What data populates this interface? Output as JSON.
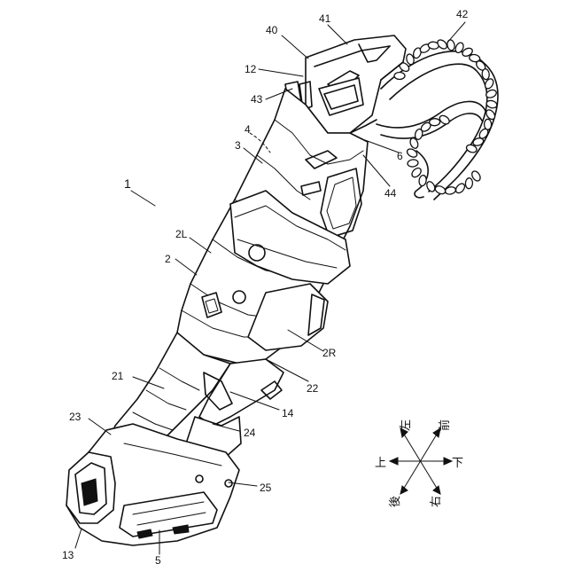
{
  "figure": {
    "labels": {
      "l1": "1",
      "l2": "2",
      "l2L": "2L",
      "l2R": "2R",
      "l3": "3",
      "l4": "4",
      "l5": "5",
      "l6": "6",
      "l12": "12",
      "l13": "13",
      "l14": "14",
      "l21": "21",
      "l22": "22",
      "l23": "23",
      "l24": "24",
      "l25": "25",
      "l40": "40",
      "l41": "41",
      "l42": "42",
      "l43": "43",
      "l44": "44"
    },
    "compass": {
      "up": "上",
      "left": "左",
      "front": "前",
      "down": "下",
      "rear": "後",
      "right": "右"
    }
  }
}
